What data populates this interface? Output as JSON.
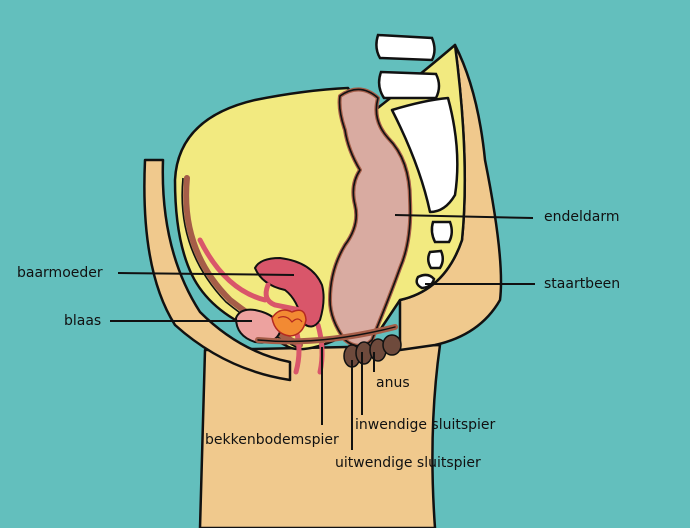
{
  "colors": {
    "background": "#63bfbd",
    "skin": "#f0c98d",
    "fat_yellow": "#f2ea80",
    "rectum": "#d9aba1",
    "rectum_wall": "#a55d48",
    "uterus": "#d9566a",
    "bladder": "#eda29f",
    "ovary": "#f28a33",
    "sphincter": "#6e4a3c",
    "bone": "#ffffff",
    "outline": "#111111"
  },
  "labels": {
    "rectum": "endeldarm",
    "uterus": "baarmoeder",
    "tailbone": "staartbeen",
    "bladder": "blaas",
    "anus": "anus",
    "internal_sphincter": "inwendige sluitspier",
    "pelvic_floor": "bekkenbodemspier",
    "external_sphincter": "uitwendige sluitspier"
  }
}
